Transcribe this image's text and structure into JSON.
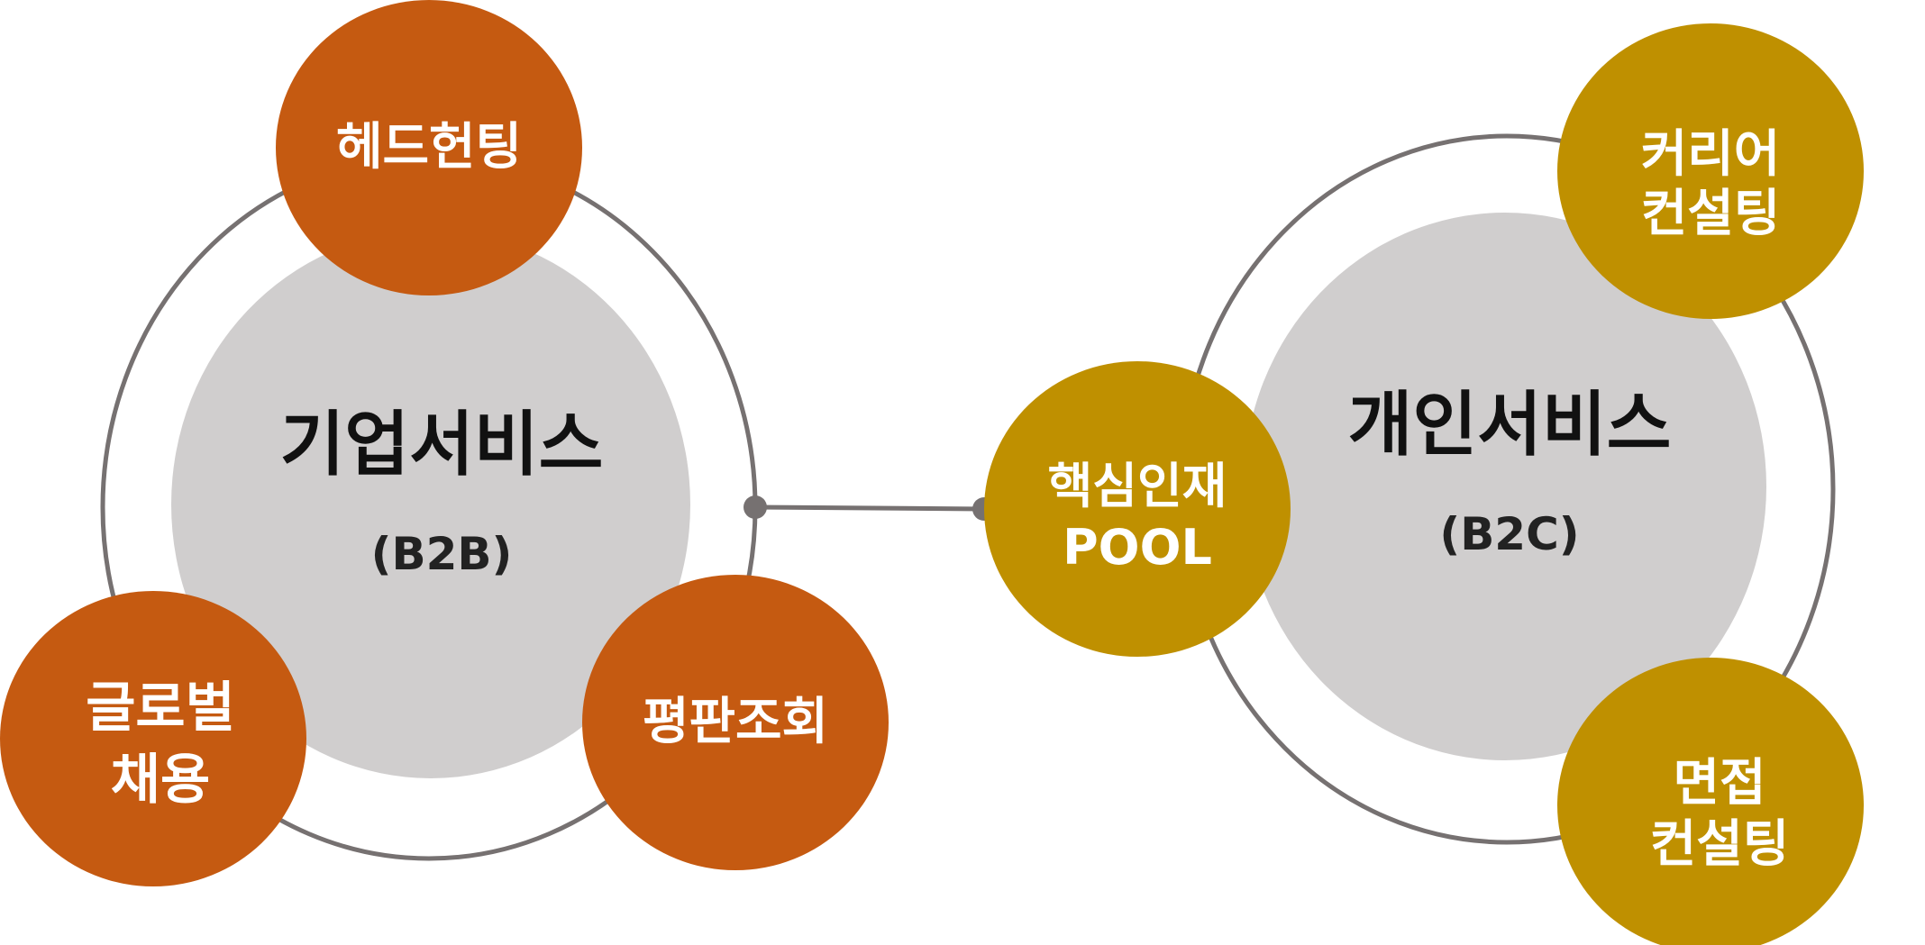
{
  "colors": {
    "orange": "#C55A11",
    "gold": "#BF9000",
    "gray_fill": "#D0CECE",
    "ring": "#767171",
    "connector": "#767171"
  },
  "b2b": {
    "title": "기업서비스",
    "subtitle": "(B2B)",
    "bubbles": {
      "headhunting": "헤드헌팅",
      "reference_check": "평판조회",
      "global_line1": "글로벌",
      "global_line2": "채용"
    }
  },
  "b2c": {
    "title": "개인서비스",
    "subtitle": "(B2C)",
    "bubbles": {
      "career_line1": "커리어",
      "career_line2": "컨설팅",
      "interview_line1": "면접",
      "interview_line2": "컨설팅"
    }
  },
  "hub": {
    "line1": "핵심인재",
    "line2": "POOL"
  }
}
